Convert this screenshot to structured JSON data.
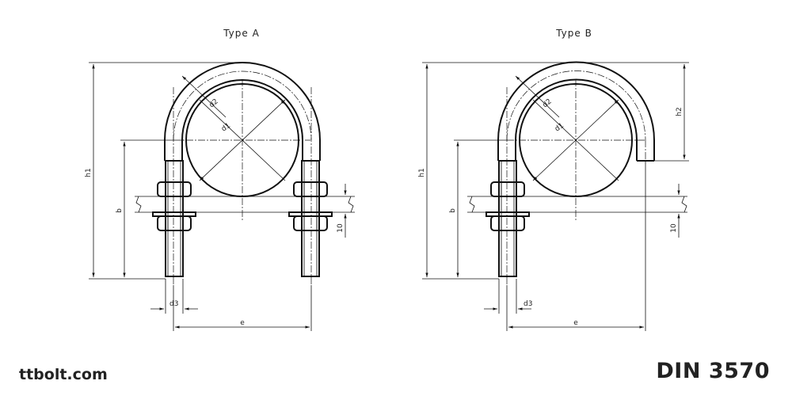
{
  "types": [
    {
      "title": "Type A",
      "labels": {
        "d2": "d2",
        "d1": "d1",
        "h1": "h1",
        "b": "b",
        "ten": "10",
        "d3": "d3",
        "e": "e"
      }
    },
    {
      "title": "Type B",
      "labels": {
        "d2": "d2",
        "d1": "d1",
        "h1": "h1",
        "h2": "h2",
        "b": "b",
        "ten": "10",
        "d3": "d3",
        "e": "e"
      }
    }
  ],
  "footer": {
    "brand": "ttbolt.com",
    "standard": "DIN 3570"
  },
  "colors": {
    "line": "#111111",
    "text": "#222222",
    "background": "#ffffff"
  }
}
